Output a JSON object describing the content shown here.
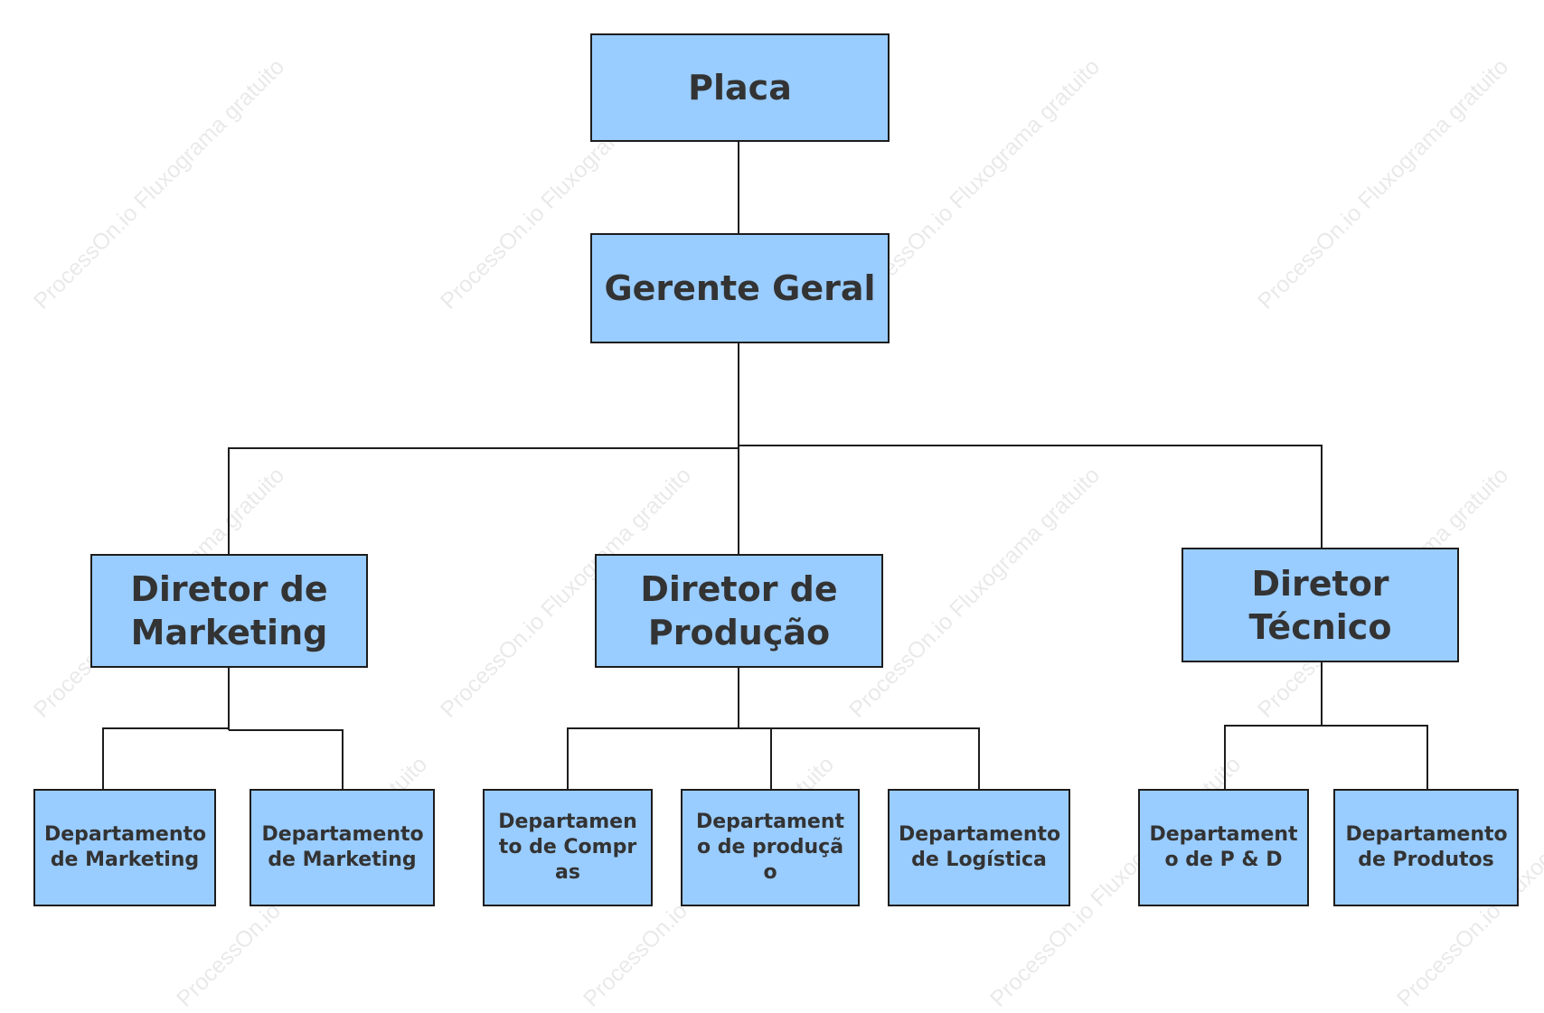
{
  "watermark": "ProcessOn.io Fluxograma gratuito",
  "colors": {
    "box_fill": "#99ccff",
    "box_border": "#1d1d1d",
    "text": "#333333",
    "line": "#1d1d1d"
  },
  "nodes": {
    "placa": "Placa",
    "gerente_geral": "Gerente Geral",
    "diretor_marketing": "Diretor de Marketing",
    "diretor_producao": "Diretor de Produção",
    "diretor_tecnico": "Diretor Técnico",
    "dep_marketing_1": "Departamento de Marketing",
    "dep_marketing_2": "Departamento de Marketing",
    "dep_compras": "Departamento de Compras",
    "dep_producao": "Departamento de produção",
    "dep_logistica": "Departamento de Logística",
    "dep_pd": "Departamento de P & D",
    "dep_produtos": "Departamento de Produtos"
  }
}
